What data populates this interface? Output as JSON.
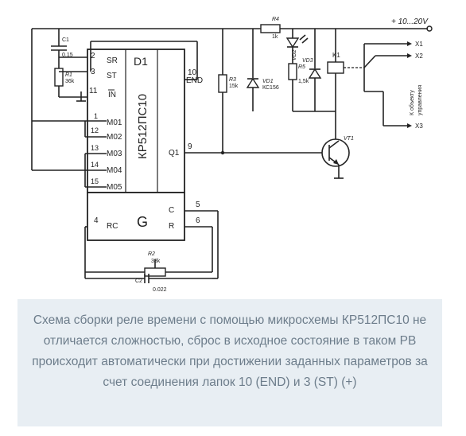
{
  "schematic": {
    "supply_label": "+ 10...20V",
    "chip": {
      "name": "D1",
      "part": "КР512ПС10",
      "g_label": "G",
      "pins_left": [
        {
          "label": "SR",
          "num": "2"
        },
        {
          "label": "ST",
          "num": "3"
        },
        {
          "label": "IN",
          "num": "11"
        },
        {
          "label": "M01",
          "num": "1"
        },
        {
          "label": "M02",
          "num": "12"
        },
        {
          "label": "M03",
          "num": "13"
        },
        {
          "label": "M04",
          "num": "14"
        },
        {
          "label": "M05",
          "num": "15"
        },
        {
          "label": "RC",
          "num": "4"
        }
      ],
      "pins_right": [
        {
          "label": "END",
          "num": "10"
        },
        {
          "label": "Q1",
          "num": "9"
        },
        {
          "label": "C",
          "num": "5"
        },
        {
          "label": "R",
          "num": "6"
        }
      ]
    },
    "components": {
      "c1": {
        "ref": "C1",
        "value": "0.15"
      },
      "r1": {
        "ref": "R1",
        "value": "36k"
      },
      "r2": {
        "ref": "R2",
        "value": "33k"
      },
      "c2": {
        "ref": "C2",
        "value": "0.022"
      },
      "r3": {
        "ref": "R3",
        "value": "15k"
      },
      "r4": {
        "ref": "R4",
        "value": "1k"
      },
      "vd1": {
        "ref": "VD1",
        "value": "КС156"
      },
      "vd2": {
        "ref": "VD2"
      },
      "vd3": {
        "ref": "VD3"
      },
      "r5": {
        "ref": "R5",
        "value": "1,5k"
      },
      "k1": {
        "ref": "K1"
      },
      "vt1": {
        "ref": "VT1"
      }
    },
    "outputs": [
      "X1",
      "X2",
      "X3"
    ],
    "load_label_1": "К объекту",
    "load_label_2": "управления"
  },
  "caption": {
    "text": "Схема сборки реле времени с помощью микросхемы КР512ПС10 не отличается сложностью, сброс в исходное состояние в таком РВ происходит автоматически при достижении заданных параметров за счет соединения лапок 10 (END) и 3 (ST) (+)"
  }
}
